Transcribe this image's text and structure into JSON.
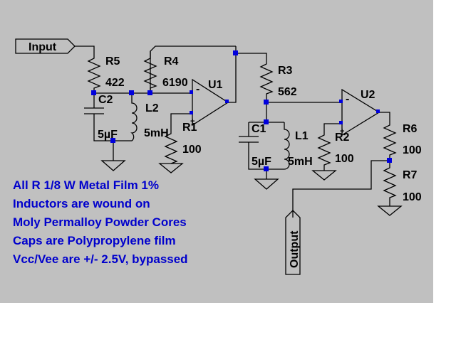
{
  "colors": {
    "background": "#c0c0c0",
    "outside": "#ffffff",
    "wire": "#000000",
    "junction": "#0000dd",
    "note_text": "#0000cc"
  },
  "ports": {
    "input": "Input",
    "output": "Output"
  },
  "components": {
    "r5": {
      "ref": "R5",
      "value": "422"
    },
    "r4": {
      "ref": "R4",
      "value": "6190"
    },
    "r3": {
      "ref": "R3",
      "value": "562"
    },
    "r1": {
      "ref": "R1",
      "value": "100"
    },
    "r2": {
      "ref": "R2",
      "value": "100"
    },
    "r6": {
      "ref": "R6",
      "value": "100"
    },
    "r7": {
      "ref": "R7",
      "value": "100"
    },
    "c1": {
      "ref": "C1",
      "value": "5µF"
    },
    "c2": {
      "ref": "C2",
      "value": "5µF"
    },
    "l1": {
      "ref": "L1",
      "value": "5mH"
    },
    "l2": {
      "ref": "L2",
      "value": "5mH"
    },
    "u1": {
      "ref": "U1"
    },
    "u2": {
      "ref": "U2"
    }
  },
  "opamp_pins": {
    "minus": "-",
    "plus": "+"
  },
  "notes": [
    "All R 1/8 W Metal Film 1%",
    "Inductors are wound on",
    "Moly Permalloy Powder Cores",
    "Caps are Polypropylene film",
    "Vcc/Vee are +/- 2.5V, bypassed"
  ]
}
